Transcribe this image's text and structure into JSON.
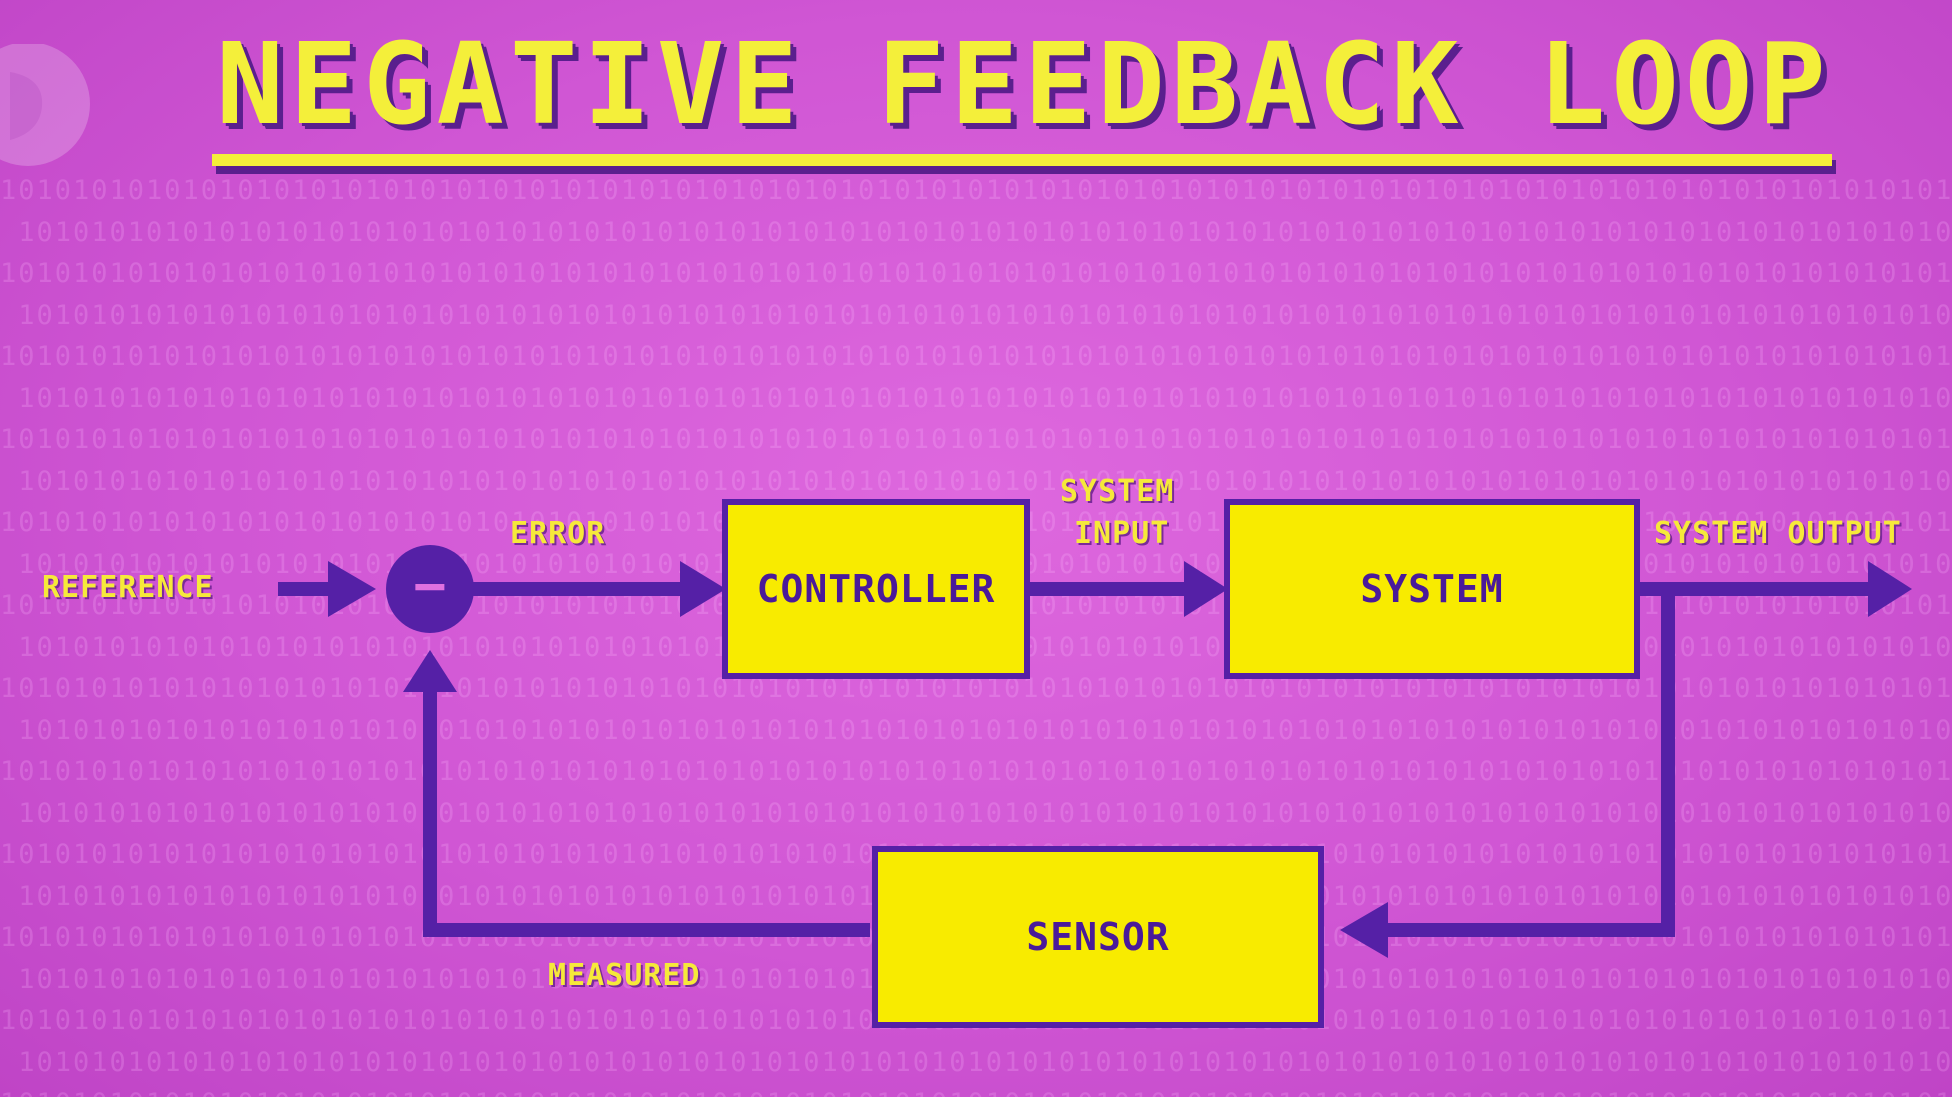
{
  "title": "NEGATIVE FEEDBACK LOOP",
  "blocks": {
    "controller": "CONTROLLER",
    "system": "SYSTEM",
    "sensor": "SENSOR"
  },
  "signals": {
    "reference": "REFERENCE",
    "error": "ERROR",
    "system_input_line1": "SYSTEM",
    "system_input_line2": "INPUT",
    "system_output": "SYSTEM OUTPUT",
    "measured": "MEASURED"
  },
  "summing_junction_symbol": "−",
  "logo_icon": "pbs-logo-icon",
  "colors": {
    "background": "#d45ad6",
    "box_fill": "#f8eb00",
    "line": "#5520a6",
    "label": "#f6e93a"
  }
}
